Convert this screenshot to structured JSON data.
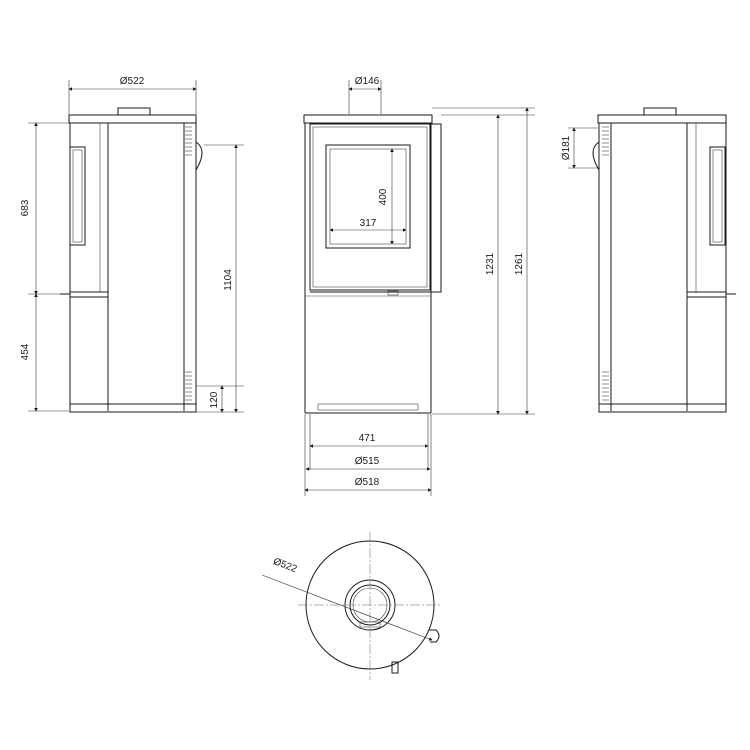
{
  "dimensions": {
    "side_width": "Ø522",
    "side_upper_height": "683",
    "side_lower_height": "454",
    "total_height_side": "1104",
    "base_height": "120",
    "flue_diameter": "Ø146",
    "window_height": "400",
    "window_width": "317",
    "height_to_flue": "1231",
    "total_height": "1261",
    "width_inner": "471",
    "width_mid": "Ø515",
    "width_outer": "Ø518",
    "rear_flue_diameter": "Ø181",
    "top_diameter": "Ø522"
  }
}
